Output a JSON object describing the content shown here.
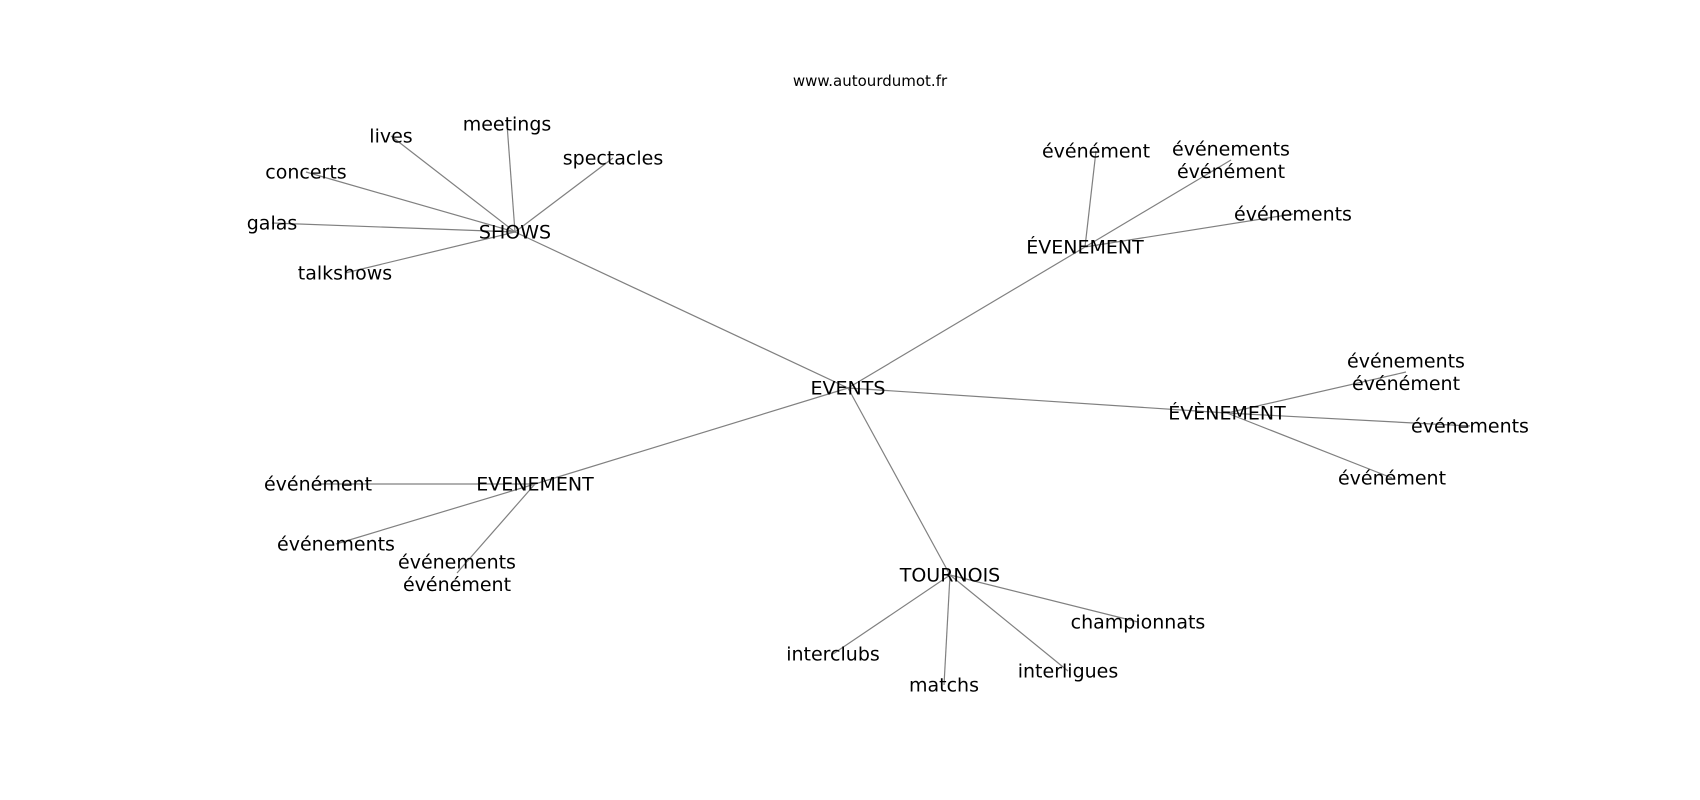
{
  "watermark": "www.autourdumot.fr",
  "colors": {
    "edge": "#808080",
    "text": "#000000",
    "background": "#ffffff"
  },
  "graph": {
    "center": "EVENTS",
    "groups": [
      {
        "hub": "SHOWS",
        "words": [
          "meetings",
          "lives",
          "spectacles",
          "concerts",
          "galas",
          "talkshows"
        ]
      },
      {
        "hub": "ÉVENEMENT",
        "words": [
          "événément",
          "événements événément",
          "événements"
        ]
      },
      {
        "hub": "ÉVÈNEMENT",
        "words": [
          "événements événément",
          "événements",
          "événément"
        ]
      },
      {
        "hub": "EVENEMENT",
        "words": [
          "événément",
          "événements",
          "événements événément"
        ]
      },
      {
        "hub": "TOURNOIS",
        "words": [
          "championnats",
          "interclubs",
          "interligues",
          "matchs"
        ]
      }
    ]
  }
}
